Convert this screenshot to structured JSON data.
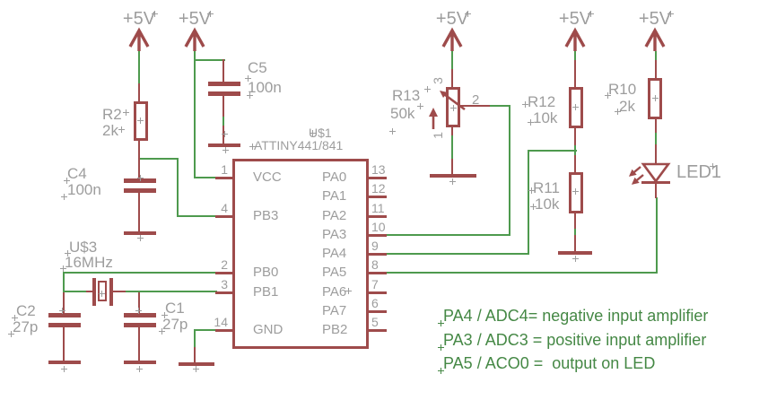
{
  "schematic": {
    "power_label": "+5V",
    "ic": {
      "designator": "U$1",
      "part": "ATTINY441/841",
      "left_pins": [
        {
          "number": "1",
          "name": "VCC"
        },
        {
          "number": "4",
          "name": "PB3"
        },
        {
          "number": "2",
          "name": "PB0"
        },
        {
          "number": "3",
          "name": "PB1"
        },
        {
          "number": "14",
          "name": "GND"
        }
      ],
      "right_pins": [
        {
          "number": "13",
          "name": "PA0"
        },
        {
          "number": "12",
          "name": "PA1"
        },
        {
          "number": "11",
          "name": "PA2"
        },
        {
          "number": "10",
          "name": "PA3"
        },
        {
          "number": "9",
          "name": "PA4"
        },
        {
          "number": "8",
          "name": "PA5"
        },
        {
          "number": "7",
          "name": "PA6"
        },
        {
          "number": "6",
          "name": "PA7"
        },
        {
          "number": "5",
          "name": "PB2"
        }
      ]
    },
    "components": {
      "r2": {
        "ref": "R2",
        "value": "2k"
      },
      "c4": {
        "ref": "C4",
        "value": "100n"
      },
      "c5": {
        "ref": "C5",
        "value": "100n"
      },
      "xtal": {
        "ref": "U$3",
        "value": "16MHz"
      },
      "c2": {
        "ref": "C2",
        "value": "27p"
      },
      "c1": {
        "ref": "C1",
        "value": "27p"
      },
      "r13": {
        "ref": "R13",
        "value": "50k",
        "pin_top": "3",
        "pin_wiper": "2",
        "pin_bottom": "1"
      },
      "r12": {
        "ref": "R12",
        "value": "10k"
      },
      "r11": {
        "ref": "R11",
        "value": "10k"
      },
      "r10": {
        "ref": "R10",
        "value": "2k"
      },
      "led1": {
        "ref": "LED1"
      }
    },
    "annotations": [
      {
        "text": "PA4 / ADC4= negative input amplifier"
      },
      {
        "text": "PA3 / ADC3 = positive input amplifier"
      },
      {
        "text": "PA5 / ACO0 =  output on LED"
      }
    ],
    "colors": {
      "symbol": "#9e4b4b",
      "net": "#4e9a4e",
      "label": "#9d9d9d",
      "annotation": "#458845"
    }
  }
}
